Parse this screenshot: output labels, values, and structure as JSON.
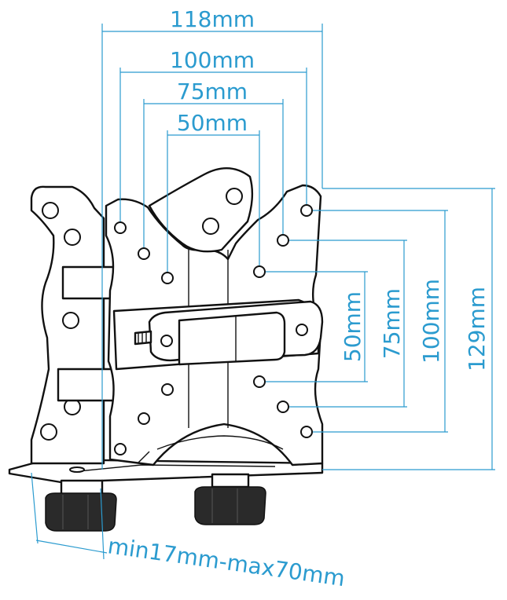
{
  "colors": {
    "dimension": "#2b9bcf",
    "outline": "#111111",
    "knob": "#2a2a2a",
    "background": "#ffffff"
  },
  "horizontal_dimensions": [
    {
      "label": "118mm"
    },
    {
      "label": "100mm"
    },
    {
      "label": "75mm"
    },
    {
      "label": "50mm"
    }
  ],
  "vertical_dimensions": [
    {
      "label": "50mm"
    },
    {
      "label": "75mm"
    },
    {
      "label": "100mm"
    },
    {
      "label": "129mm"
    }
  ],
  "clamp_range_label": "min17mm-max70mm"
}
